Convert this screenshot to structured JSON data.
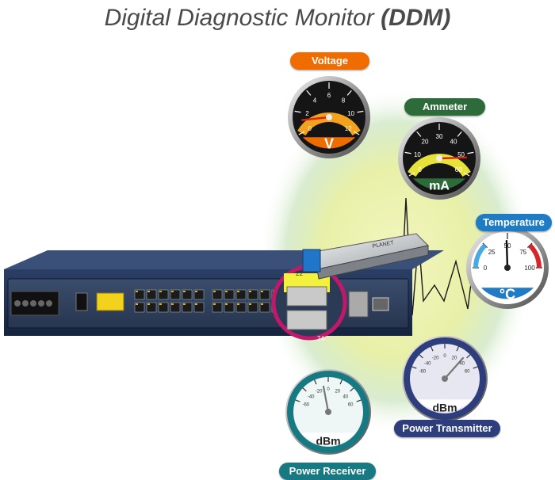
{
  "title": {
    "main": "Digital Diagnostic Monitor",
    "bold": "(DDM)"
  },
  "gauges": {
    "voltage": {
      "label": "Voltage",
      "unit": "V",
      "ticks": [
        "0",
        "2",
        "4",
        "6",
        "8",
        "10",
        "12"
      ],
      "value": 1.2,
      "color": "#ef6c00"
    },
    "ammeter": {
      "label": "Ammeter",
      "unit": "mA",
      "ticks": [
        "0",
        "10",
        "20",
        "30",
        "40",
        "50",
        "60"
      ],
      "value": 52,
      "color": "#2e6b3a"
    },
    "temperature": {
      "label": "Temperature",
      "unit": "°C",
      "ticks": [
        "0",
        "25",
        "50",
        "75",
        "100"
      ],
      "value": 49,
      "color": "#1f7bc4"
    },
    "power_transmitter": {
      "label": "Power Transmitter",
      "unit": "dBm",
      "ticks": [
        "-60",
        "-40",
        "-20",
        "0",
        "20",
        "40",
        "60"
      ],
      "color": "#2e3d7c"
    },
    "power_receiver": {
      "label": "Power Receiver",
      "unit": "dBm",
      "ticks": [
        "-60",
        "-40",
        "-20",
        "0",
        "20",
        "40",
        "60"
      ],
      "color": "#177a82"
    }
  },
  "switch": {
    "port_labels": [
      "22",
      "24"
    ],
    "sfp_label": "PLANET"
  },
  "colors": {
    "glow": "#e6ef9c",
    "sfp_ring": "#c2186a",
    "chassis": "#1f3050"
  }
}
